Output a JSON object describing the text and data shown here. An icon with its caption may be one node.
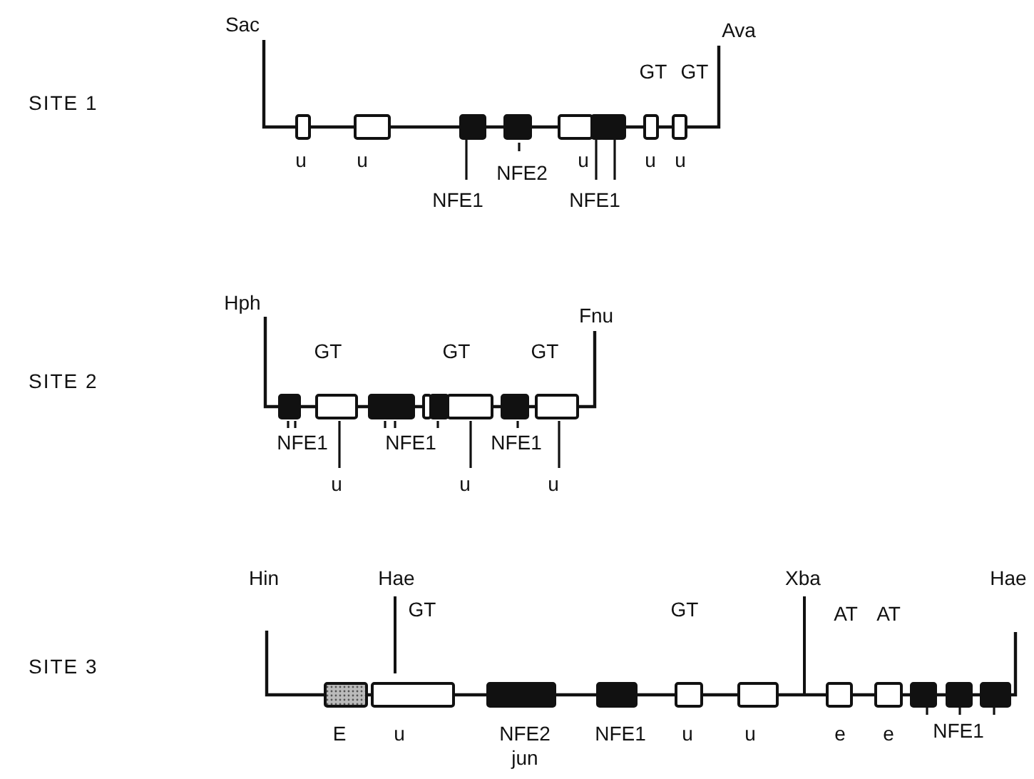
{
  "diagram": {
    "labels": [
      "Sac",
      "Ava",
      "GT",
      "GT",
      "SITE 1",
      "u",
      "u",
      "NFE2",
      "u",
      "u",
      "u",
      "NFE1",
      "NFE1",
      "Hph",
      "Fnu",
      "GT",
      "GT",
      "GT",
      "SITE 2",
      "NFE1",
      "NFE1",
      "NFE1",
      "u",
      "u",
      "u",
      "Hin",
      "Hae",
      "Xba",
      "Hae",
      "GT",
      "GT",
      "AT",
      "AT",
      "SITE 3",
      "E",
      "u",
      "NFE2",
      "NFE1",
      "u",
      "u",
      "e",
      "e",
      "NFE1",
      "jun"
    ]
  }
}
